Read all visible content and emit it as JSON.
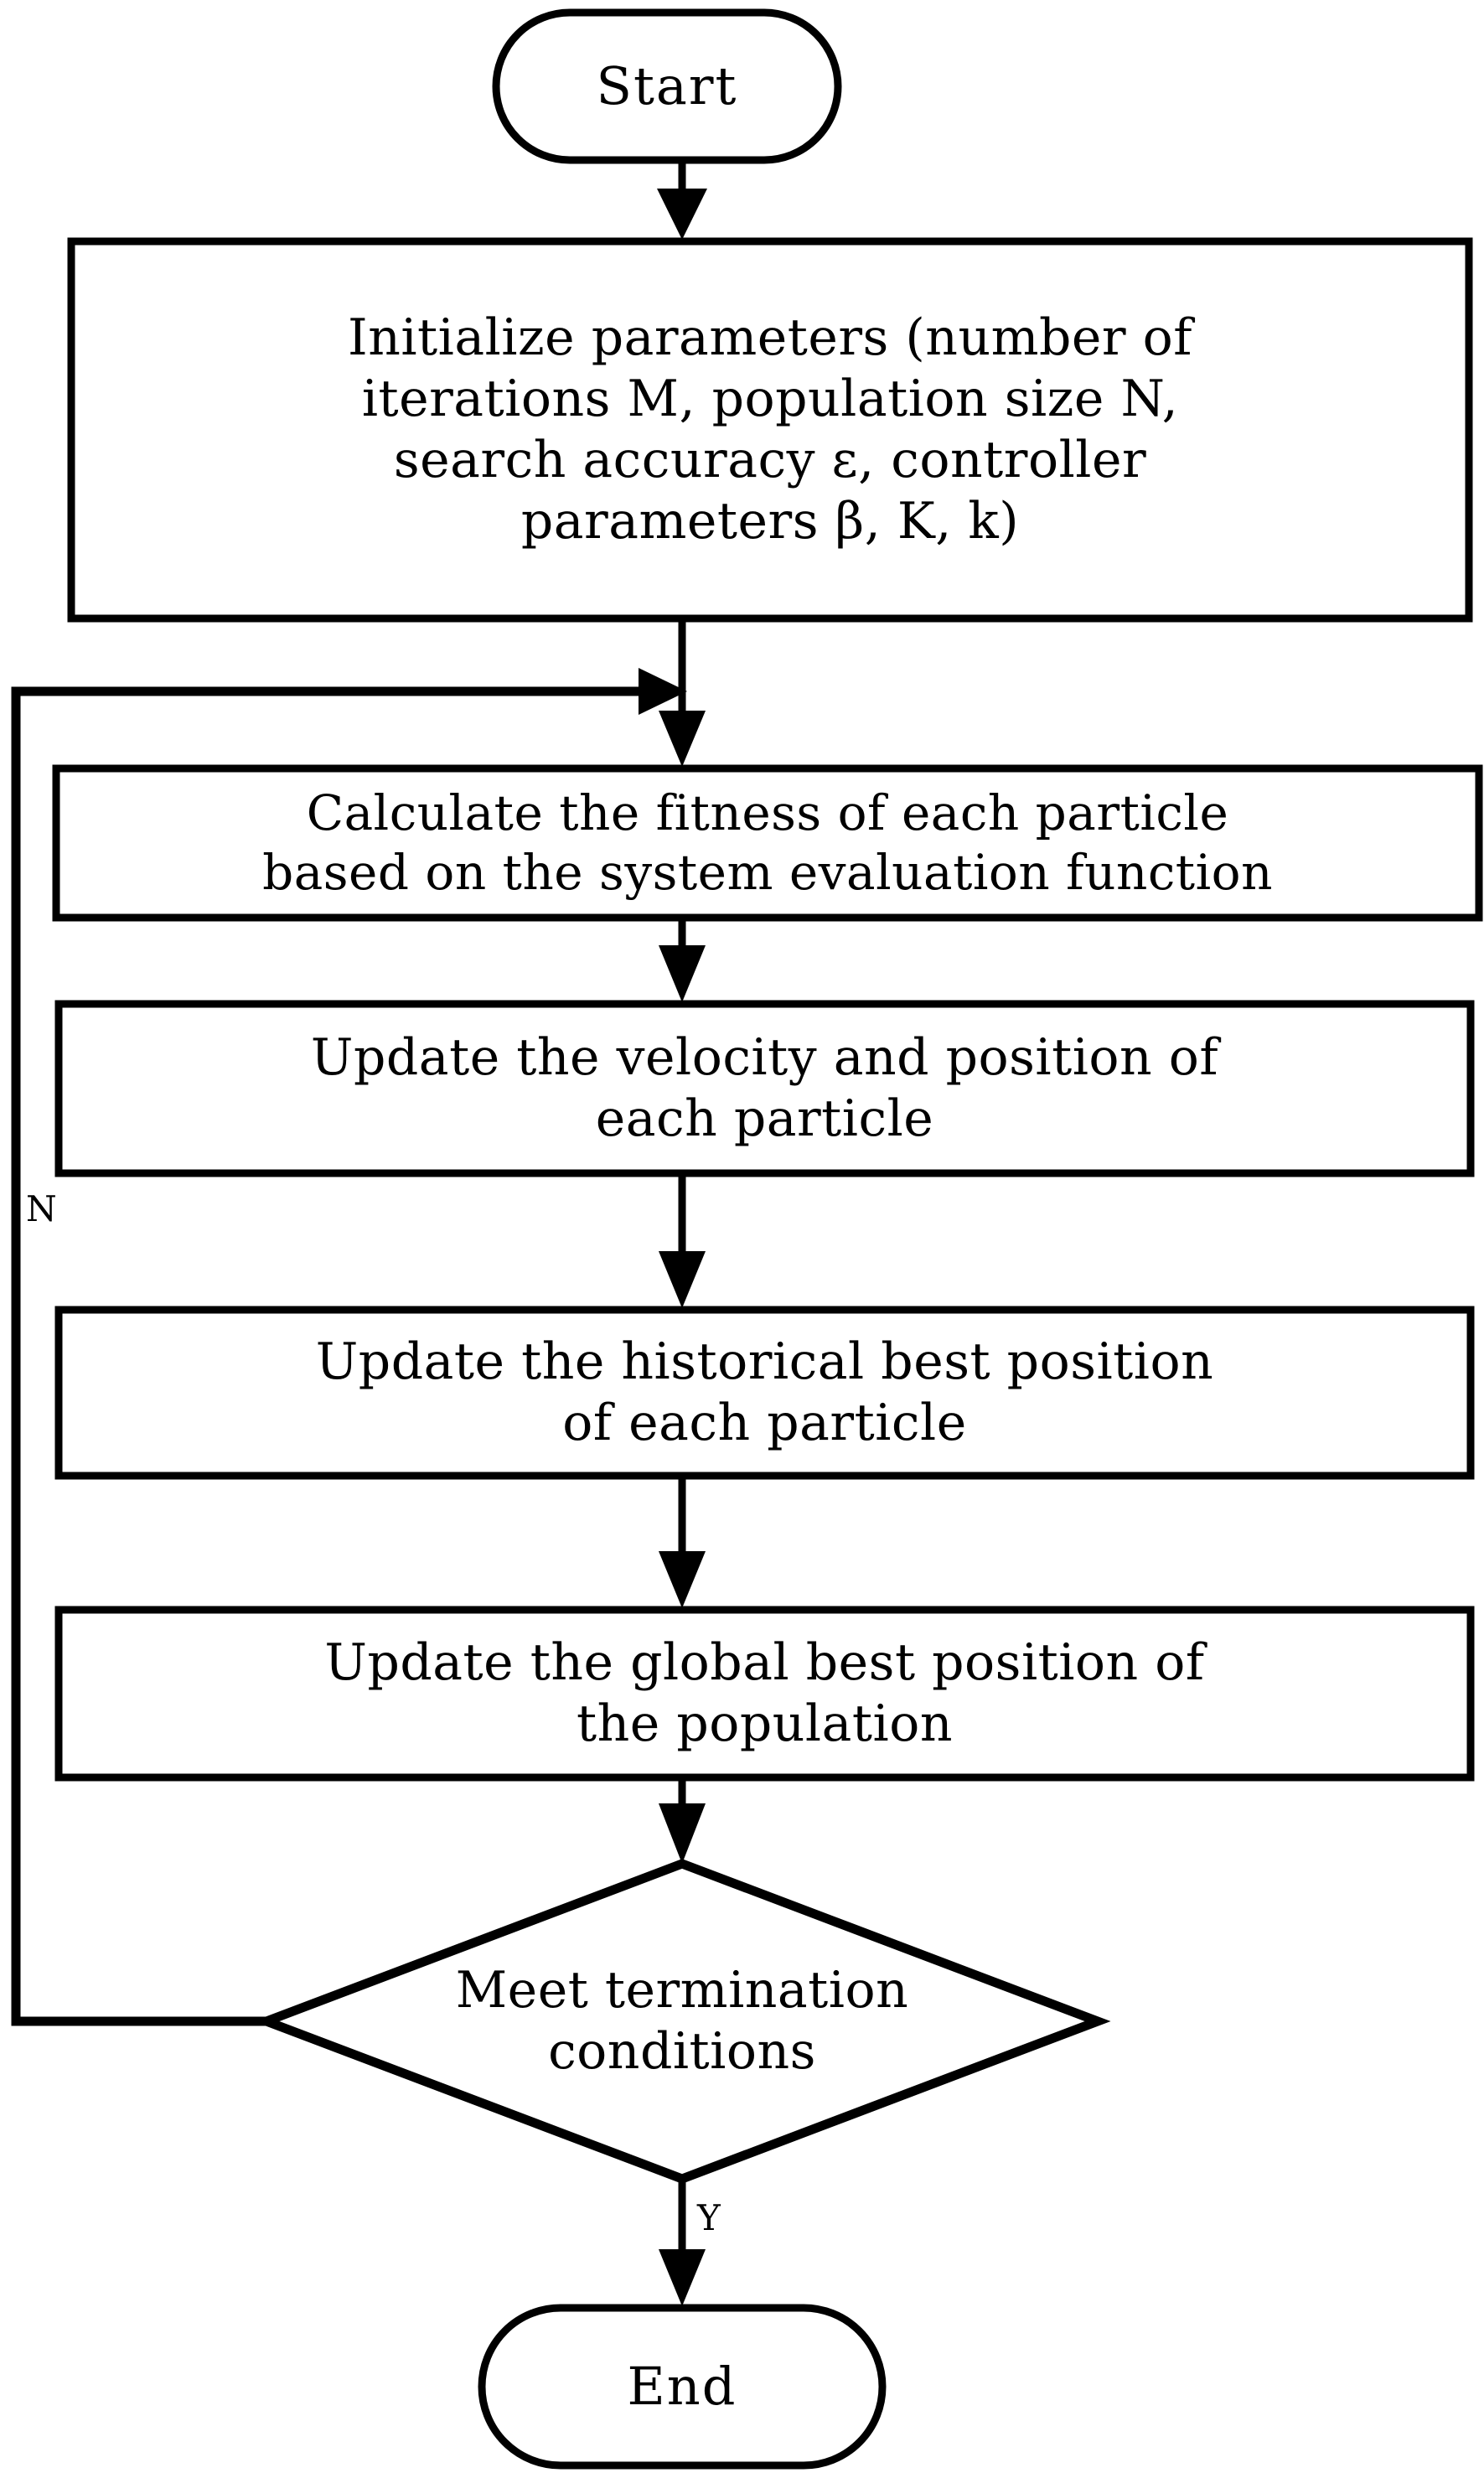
{
  "diagram": {
    "type": "flowchart",
    "title": "Particle Swarm Optimization controller tuning flowchart",
    "stroke_color": "#000000",
    "fill_color": "#ffffff",
    "background_color": "#ffffff"
  },
  "nodes": {
    "start": {
      "shape": "terminator",
      "label": "Start"
    },
    "initialize": {
      "shape": "process",
      "label": "Initialize parameters (number of\niterations M, population size N,\nsearch accuracy ε, controller\nparameters β, K, k)"
    },
    "calculate_fitness": {
      "shape": "process",
      "label": "Calculate the fitness of each particle\nbased on the system evaluation function"
    },
    "update_velocity": {
      "shape": "process",
      "label": "Update the velocity and position of\neach particle"
    },
    "update_pbest": {
      "shape": "process",
      "label": "Update the historical best position\nof each particle"
    },
    "update_gbest": {
      "shape": "process",
      "label": "Update the global best position of\nthe population"
    },
    "decision": {
      "shape": "decision",
      "label": "Meet termination\nconditions"
    },
    "end": {
      "shape": "terminator",
      "label": "End"
    }
  },
  "edge_labels": {
    "no_branch": "N",
    "yes_branch": "Y"
  }
}
